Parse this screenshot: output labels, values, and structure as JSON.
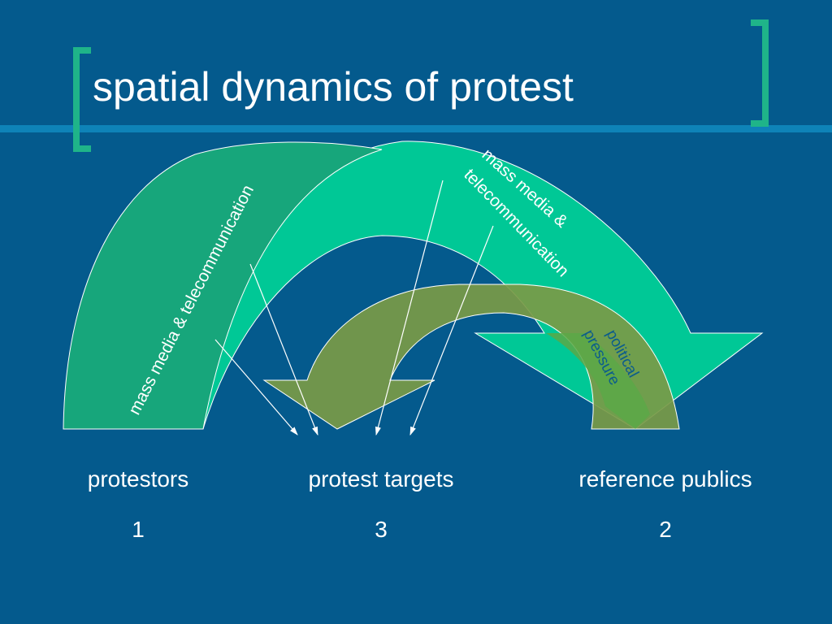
{
  "title": "spatial dynamics of protest",
  "colors": {
    "background": "#045a8d",
    "bracket": "#1fb489",
    "title_rule": "#0e83b8",
    "left_arrow": "#17a67b",
    "right_arrow": "#00c896",
    "middle_arrow": "#7a9a46",
    "political_text": "#0b5c8c"
  },
  "arrows": {
    "left_label": "mass media  & telecommunication",
    "right_label_line1": "mass media &",
    "right_label_line2": "telecommunication",
    "middle_label_line1": "political",
    "middle_label_line2": "pressure"
  },
  "nodes": [
    {
      "label": "protestors",
      "number": "1"
    },
    {
      "label": "protest targets",
      "number": "3"
    },
    {
      "label": "reference publics",
      "number": "2"
    }
  ]
}
